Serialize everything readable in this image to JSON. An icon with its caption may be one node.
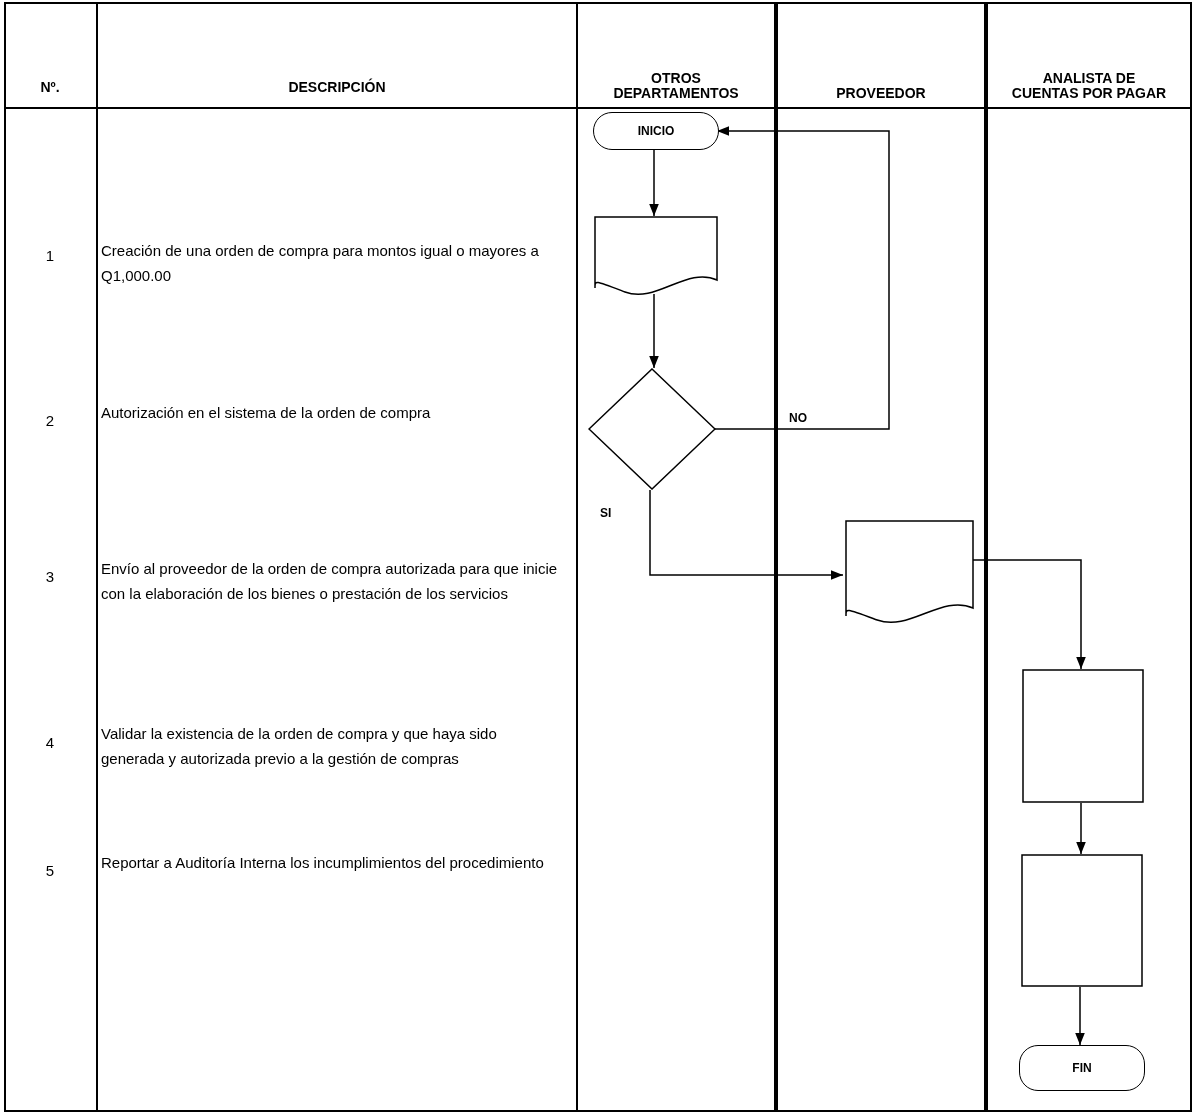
{
  "diagram": {
    "nodes": [
      {
        "text": [
          "OTROS DEPARTAMENTOS"
        ]
      },
      {
        "text": [
          "PROVEEDOR"
        ]
      },
      {
        "text": [
          "ANALISTA DE CUENTAS POR PAGAR"
        ]
      },
      {
        "text": [
          "INICIO"
        ],
        "in": 0
      },
      {
        "text": [],
        "shape": "document",
        "in": 0
      },
      {
        "text": [],
        "shape": "diamond",
        "in": 0
      },
      {
        "text": [],
        "shape": "document",
        "in": 1
      },
      {
        "text": [],
        "shape": "box",
        "in": 2
      },
      {
        "text": [],
        "shape": "box",
        "in": 2
      },
      {
        "text": [
          "FIN"
        ],
        "in": 2
      }
    ],
    "edges": [
      {
        "from": 3,
        "to": 4,
        "arrow": "to"
      },
      {
        "from": 4,
        "to": 5,
        "arrow": "to"
      },
      {
        "from": 5,
        "to": 3,
        "arrow": "to",
        "label": "NO"
      },
      {
        "from": 5,
        "to": 6,
        "arrow": "to",
        "label": "SI"
      },
      {
        "from": 6,
        "to": 7,
        "arrow": "to"
      },
      {
        "from": 7,
        "to": 8,
        "arrow": "to"
      },
      {
        "from": 8,
        "to": 9,
        "arrow": "to"
      }
    ],
    "labels": [
      "Nº.",
      "DESCRIPCIÓN",
      "1",
      "Creación de una orden de compra para montos igual o mayores a Q1,000.00",
      "2",
      "Autorización en el sistema de la orden de compra",
      "3",
      "Envío al proveedor de la orden de compra autorizada para que inicie con la elaboración de los bienes o prestación de los servicios",
      "4",
      "Validar la existencia de la orden de compra y que haya sido generada y autorizada previo a la gestión de compras",
      "5",
      "Reportar a Auditoría Interna los incumplimientos del procedimiento"
    ]
  }
}
